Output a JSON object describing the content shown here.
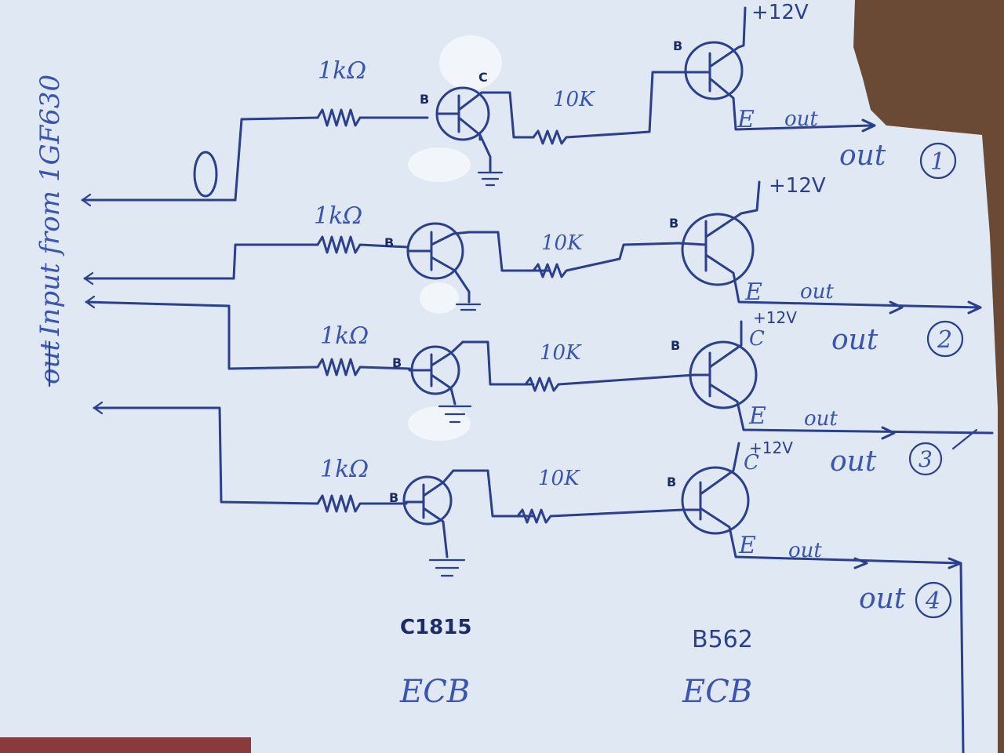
{
  "colors": {
    "paper": "#dfe8f3",
    "ink": "#2b3f8c",
    "pencil_ink": "#3a55b0",
    "background": "#6b4a35",
    "whiteout": "#f4f7fb"
  },
  "side_label": "Input from 1GF630",
  "side_label_struck": "out",
  "input_symbol": "O",
  "stages": [
    {
      "r1": "1kΩ",
      "r2": "10K",
      "q1_base": "B",
      "q1_collector": "C",
      "q2_base": "B",
      "supply": "+12V",
      "emitter": "E",
      "out_tag": "out",
      "out_name": "out",
      "out_number": "1"
    },
    {
      "r1": "1kΩ",
      "r2": "10K",
      "q1_base": "B",
      "q1_collector": "",
      "q2_base": "B",
      "supply": "+12V",
      "emitter": "E",
      "out_tag": "out",
      "out_name": "out",
      "out_number": "2"
    },
    {
      "r1": "1kΩ",
      "r2": "10K",
      "q1_base": "B",
      "q1_collector": "",
      "q2_base": "B",
      "supply": "+12V",
      "collector2": "C",
      "emitter": "E",
      "out_tag": "out",
      "out_name": "out",
      "out_number": "3"
    },
    {
      "r1": "1kΩ",
      "r2": "10K",
      "q1_base": "B",
      "q1_collector": "",
      "q2_base": "B",
      "supply": "+12V",
      "collector2": "C",
      "emitter": "E",
      "out_tag": "out",
      "out_name": "out",
      "out_number": "4"
    }
  ],
  "q1_part": "C1815",
  "q1_pinout": "ECB",
  "q2_part": "B562",
  "q2_pinout": "ECB"
}
